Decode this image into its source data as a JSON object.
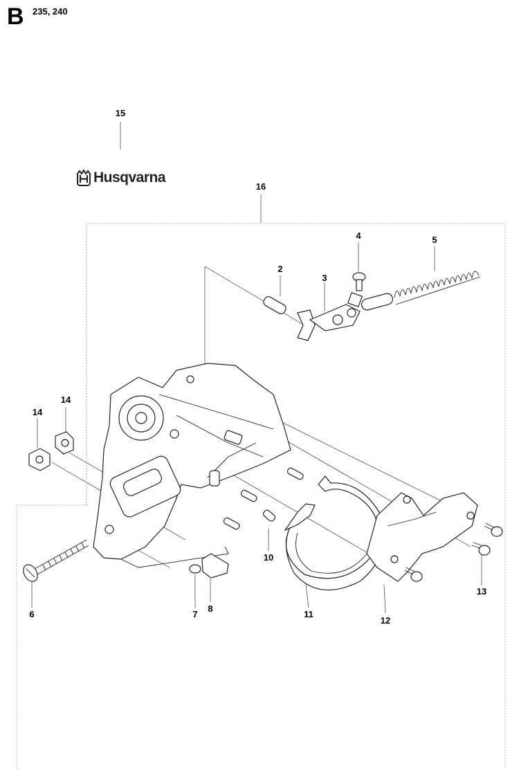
{
  "header": {
    "section_letter": "B",
    "models": "235, 240"
  },
  "brand": {
    "logo_text": "Husqvarna"
  },
  "callouts": [
    {
      "id": "15",
      "label": "15"
    },
    {
      "id": "16",
      "label": "16"
    },
    {
      "id": "4",
      "label": "4"
    },
    {
      "id": "5",
      "label": "5"
    },
    {
      "id": "2",
      "label": "2"
    },
    {
      "id": "3",
      "label": "3"
    },
    {
      "id": "14a",
      "label": "14"
    },
    {
      "id": "14b",
      "label": "14"
    },
    {
      "id": "10",
      "label": "10"
    },
    {
      "id": "6",
      "label": "6"
    },
    {
      "id": "7",
      "label": "7"
    },
    {
      "id": "8",
      "label": "8"
    },
    {
      "id": "11",
      "label": "11"
    },
    {
      "id": "12",
      "label": "12"
    },
    {
      "id": "13",
      "label": "13"
    }
  ]
}
